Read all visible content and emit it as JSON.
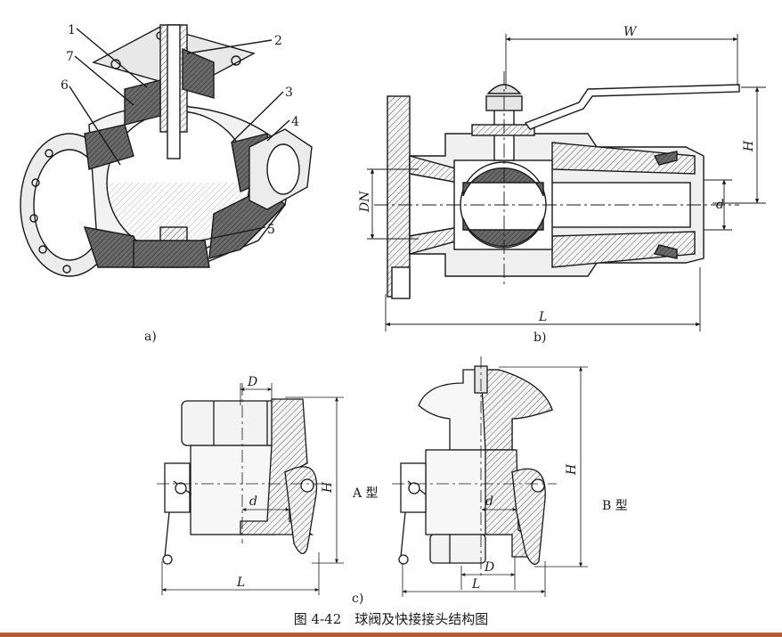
{
  "top_line": "",
  "fig_a": {
    "callouts": [
      "1",
      "2",
      "3",
      "4",
      "5",
      "6",
      "7"
    ],
    "sublabel": "a)"
  },
  "fig_b": {
    "dims": {
      "W": "W",
      "H": "H",
      "DN": "DN",
      "d": "d",
      "L": "L"
    },
    "sublabel": "b)"
  },
  "fig_c": {
    "typeA": {
      "dims": {
        "D": "D",
        "d": "d",
        "H": "H",
        "L": "L"
      },
      "label": "A 型"
    },
    "typeB": {
      "dims": {
        "D": "D",
        "d": "d",
        "H": "H",
        "L": "L"
      },
      "label": "B 型"
    },
    "sublabel": "c)"
  },
  "caption": "图 4-42　球阀及快接接头结构图",
  "colors": {
    "line": "#1a1a1a",
    "hatch": "#888888",
    "accent_bar": "#b65b3a"
  }
}
